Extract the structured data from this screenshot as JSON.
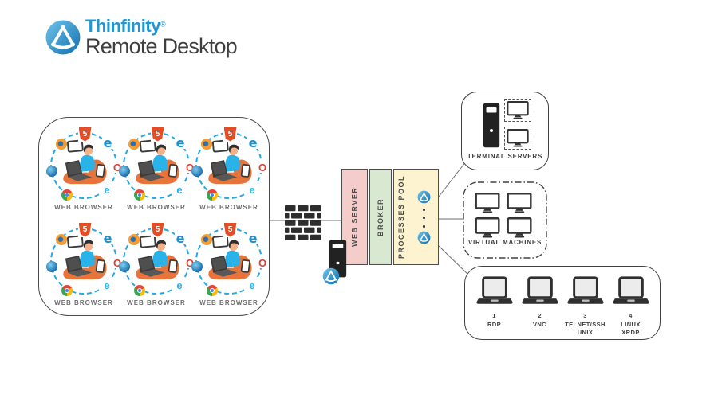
{
  "logo": {
    "brand": "Thinfinity",
    "registered": "®",
    "product": "Remote Desktop"
  },
  "colors": {
    "accent_blue": "#29a8e0",
    "logo_blue": "#2096d2",
    "web_server_pink": "#f4cdcb",
    "broker_green": "#d9e8d1",
    "processes_yellow": "#fdf3d1",
    "beanbag_orange": "#e8743b",
    "shirt_cyan": "#2ab3e8"
  },
  "icons": {
    "html5_digit": "5",
    "edge_letter": "e",
    "opera_letter": "O",
    "ie_letter": "e"
  },
  "clients": {
    "items": [
      {
        "label": "WEB BROWSER"
      },
      {
        "label": "WEB BROWSER"
      },
      {
        "label": "WEB BROWSER"
      },
      {
        "label": "WEB BROWSER"
      },
      {
        "label": "WEB BROWSER"
      },
      {
        "label": "WEB BROWSER"
      }
    ]
  },
  "gateway": {
    "columns": [
      {
        "label": "WEB SERVER"
      },
      {
        "label": "BROKER"
      },
      {
        "label": "PROCESSES POOL"
      }
    ]
  },
  "targets": {
    "terminal_servers": {
      "label": "TERMINAL SERVERS"
    },
    "virtual_machines": {
      "label": "VIRTUAL MACHINES"
    },
    "protocols": {
      "items": [
        {
          "num": "1",
          "line1": "RDP",
          "line2": ""
        },
        {
          "num": "2",
          "line1": "VNC",
          "line2": ""
        },
        {
          "num": "3",
          "line1": "TELNET/SSH",
          "line2": "UNIX"
        },
        {
          "num": "4",
          "line1": "LINUX",
          "line2": "XRDP"
        }
      ]
    }
  }
}
